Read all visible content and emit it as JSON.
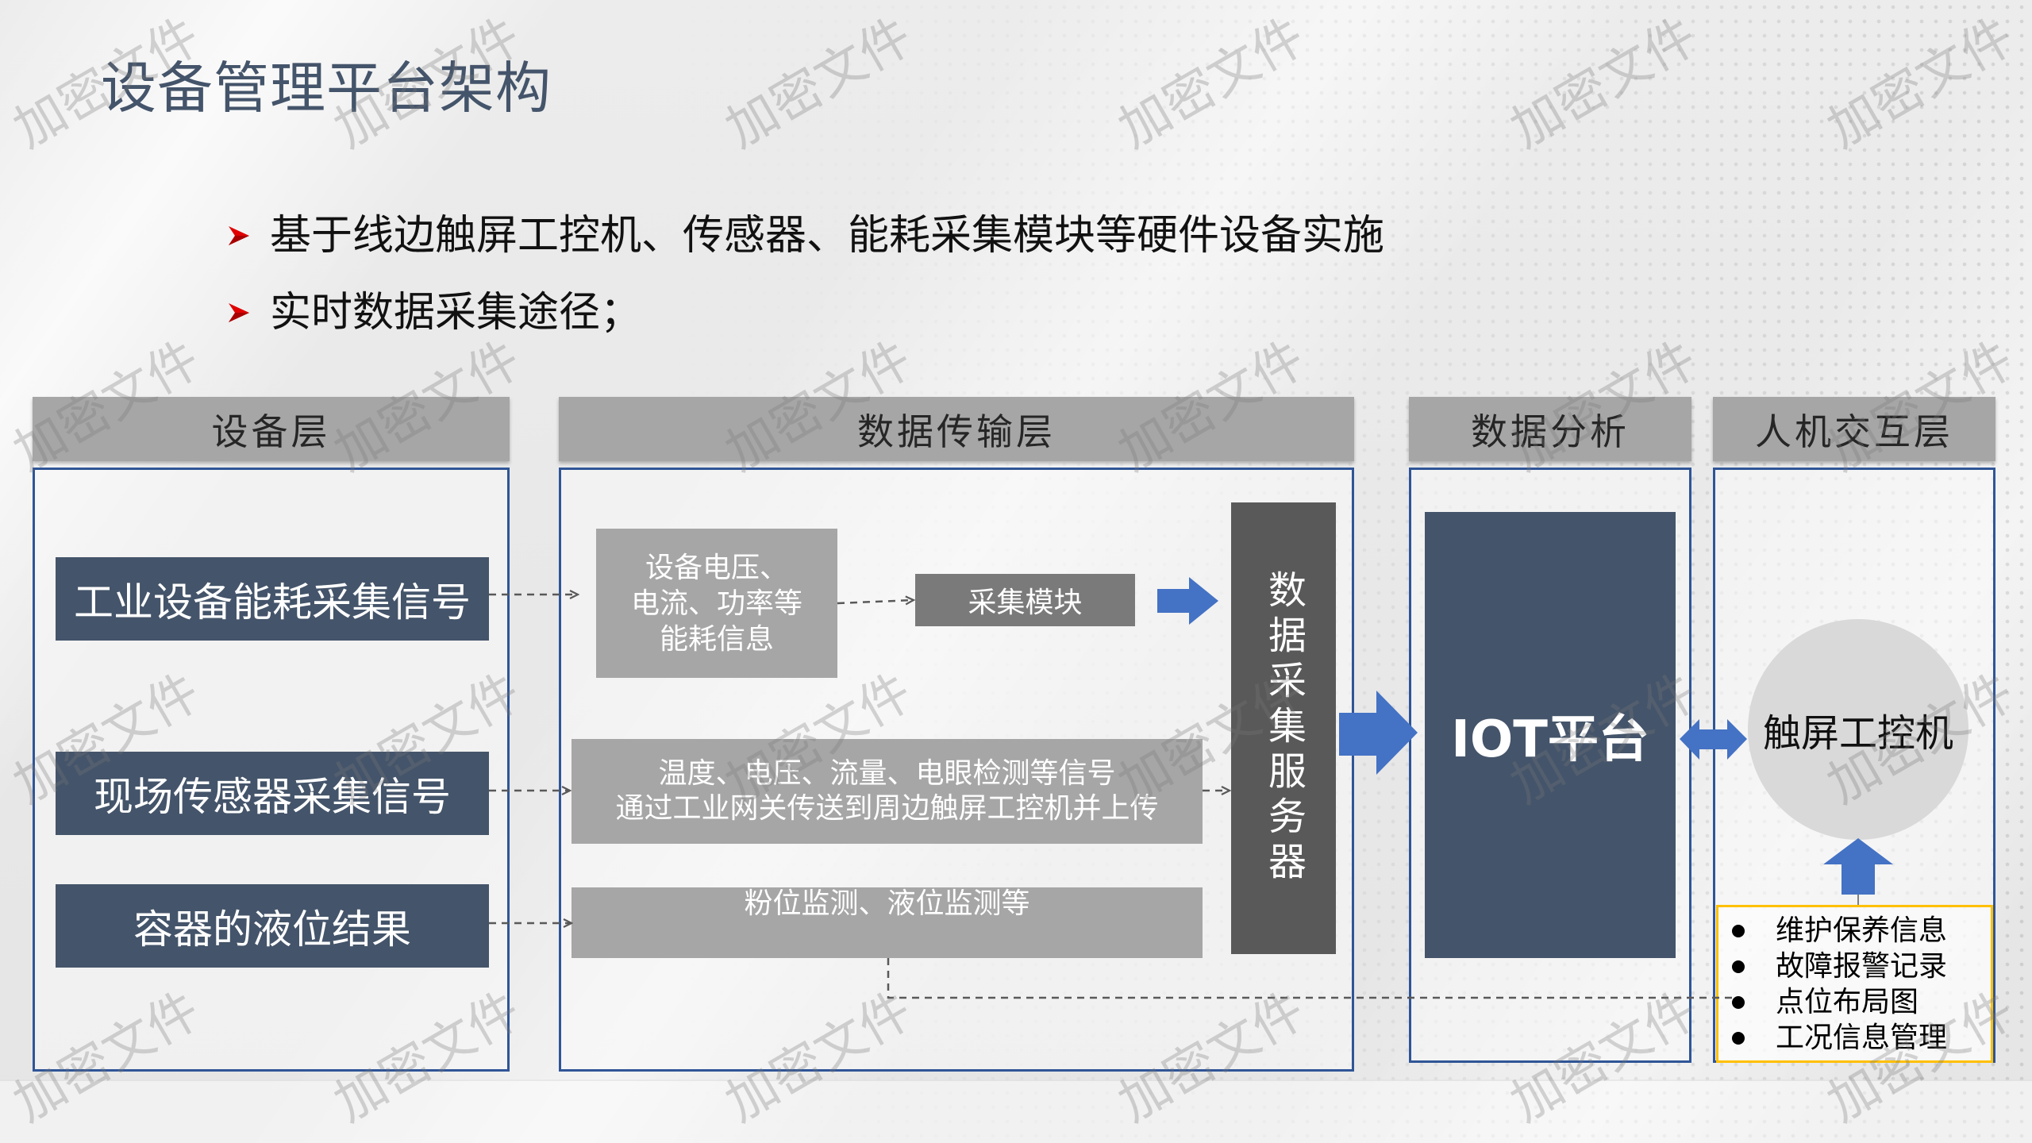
{
  "slide": {
    "title": "设备管理平台架构",
    "bullets": [
      "基于线边触屏工控机、传感器、能耗采集模块等硬件设备实施",
      "实时数据采集途径；"
    ]
  },
  "layers": {
    "device": {
      "header": "设备层",
      "items": [
        "工业设备能耗采集信号",
        "现场传感器采集信号",
        "容器的液位结果"
      ]
    },
    "transmission": {
      "header": "数据传输层",
      "energy_info_lines": [
        "设备电压、",
        "电流、功率等",
        "能耗信息"
      ],
      "collector_module": "采集模块",
      "sensor_signal_lines": [
        "温度、电压、流量、电眼检测等信号",
        "通过工业网关传送到周边触屏工控机并上传"
      ],
      "level_monitoring": "粉位监测、液位监测等",
      "server": "数据采集服务器"
    },
    "analysis": {
      "header": "数据分析",
      "platform": "IOT平台"
    },
    "hmi": {
      "header": "人机交互层",
      "terminal": "触屏工控机",
      "functions": [
        "维护保养信息",
        "故障报警记录",
        "点位布局图",
        "工况信息管理"
      ]
    }
  },
  "watermark": {
    "text": "加密文件"
  },
  "icons": {
    "bullet_marker": "red-arrowhead-icon",
    "function_marker": "filled-circle-icon",
    "flow_arrow": "blue-block-arrow-icon"
  },
  "colors": {
    "title": "#44546a",
    "header_bar": "#a6a6a6",
    "panel_border": "#2f5597",
    "slate_box": "#44546a",
    "gray_box": "#a6a6a6",
    "module_box": "#7a7a7a",
    "server_box": "#595959",
    "arrow_blue": "#4472c4",
    "bullet_red": "#e00000",
    "terminal_circle": "#d9d9d9",
    "function_list_border": "#ffc000"
  }
}
